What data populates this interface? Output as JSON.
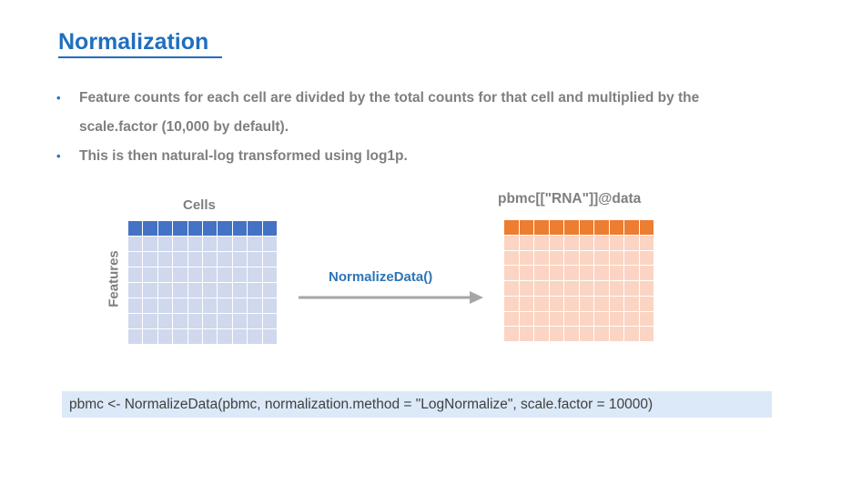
{
  "slide": {
    "title": "Normalization",
    "bullets": [
      "Feature counts for each cell are divided by the total counts for that cell and multiplied by the scale.factor (10,000 by default).",
      "This is then natural-log transformed using log1p."
    ],
    "bullet_marker": "•"
  },
  "diagram": {
    "left_matrix": {
      "column_label": "Cells",
      "row_label": "Features",
      "columns": 10,
      "rows": 8,
      "header_color": "#4472c4",
      "body_color": "#d0d8ee"
    },
    "arrow_label": "NormalizeData()",
    "right_matrix": {
      "label": "pbmc[[\"RNA\"]]@data",
      "columns": 10,
      "rows": 8,
      "header_color": "#ed7d31",
      "body_color": "#fbd4c4"
    }
  },
  "code": "pbmc <- NormalizeData(pbmc, normalization.method = \"LogNormalize\", scale.factor = 10000)",
  "colors": {
    "title": "#1f6fbf",
    "text_gray": "#7f7f7f",
    "accent_blue": "#2e75b6",
    "arrow": "#a6a6a6",
    "code_background": "#dbe9f8"
  }
}
